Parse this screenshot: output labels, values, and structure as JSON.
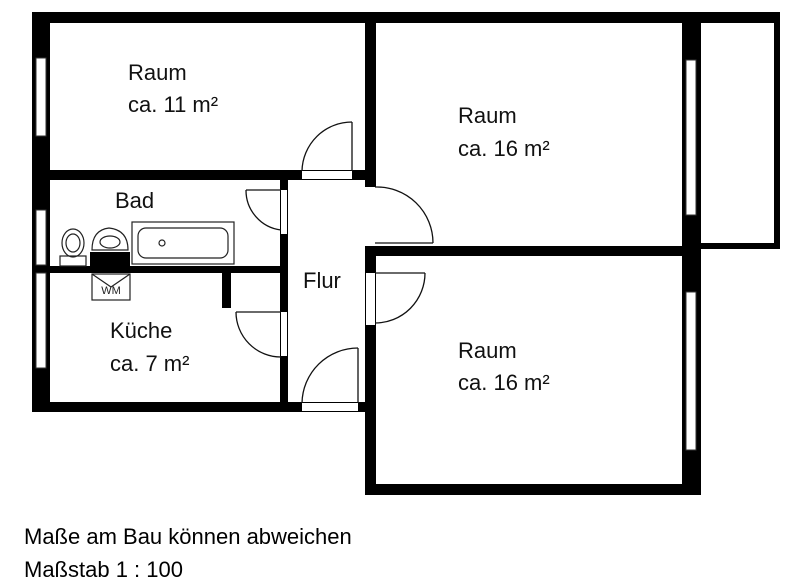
{
  "rooms": {
    "room_top_left": {
      "name": "Raum",
      "area": "ca. 11 m²"
    },
    "room_top_right": {
      "name": "Raum",
      "area": "ca. 16 m²"
    },
    "room_bottom_right": {
      "name": "Raum",
      "area": "ca. 16 m²"
    },
    "bathroom": {
      "name": "Bad"
    },
    "kitchen": {
      "name": "Küche",
      "area": "ca. 7 m²"
    },
    "hallway": {
      "name": "Flur"
    }
  },
  "fixtures": {
    "washing_machine": "WM"
  },
  "icons": [
    "toilet-icon",
    "sink-icon",
    "bathtub-icon",
    "washing-machine-icon",
    "door-swing-icon",
    "window-icon"
  ],
  "footer": {
    "note": "Maße am Bau können abweichen",
    "scale": "Maßstab 1 : 100"
  },
  "colors": {
    "wall": "#000000",
    "background": "#ffffff"
  }
}
